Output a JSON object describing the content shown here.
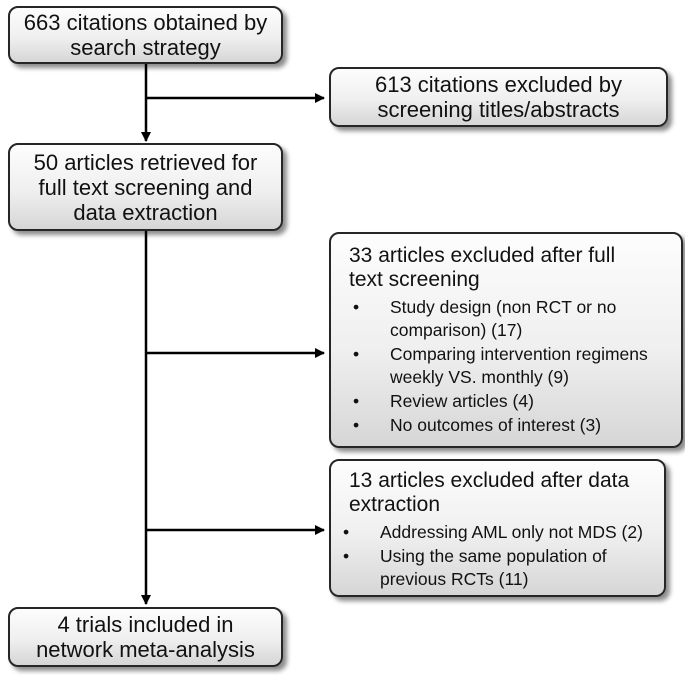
{
  "boxes": {
    "search": {
      "lines": [
        "663 citations obtained by",
        "search strategy"
      ]
    },
    "screen_excluded": {
      "lines": [
        "613 citations excluded by",
        "screening titles/abstracts"
      ]
    },
    "retrieved": {
      "lines": [
        "50 articles retrieved for",
        "full text screening and",
        "data extraction"
      ]
    },
    "fulltext_excluded": {
      "title_lines": [
        "33 articles excluded after full",
        "text screening"
      ],
      "items": [
        {
          "lines": [
            "Study design (non RCT or no",
            "comparison) (17)"
          ]
        },
        {
          "lines": [
            "Comparing intervention regimens",
            "weekly VS. monthly (9)"
          ]
        },
        {
          "lines": [
            "Review articles (4)"
          ]
        },
        {
          "lines": [
            "No outcomes of interest (3)"
          ]
        }
      ]
    },
    "extraction_excluded": {
      "title_lines": [
        "13 articles excluded after data",
        "extraction"
      ],
      "items": [
        {
          "lines": [
            "Addressing AML only not MDS (2)"
          ]
        },
        {
          "lines": [
            "Using the same population of",
            "previous RCTs (11)"
          ]
        }
      ]
    },
    "included": {
      "lines": [
        "4 trials included in",
        "network meta-analysis"
      ]
    }
  },
  "bullet_symbol": "•",
  "colors": {
    "border": "#262626",
    "arrow": "#000000"
  }
}
